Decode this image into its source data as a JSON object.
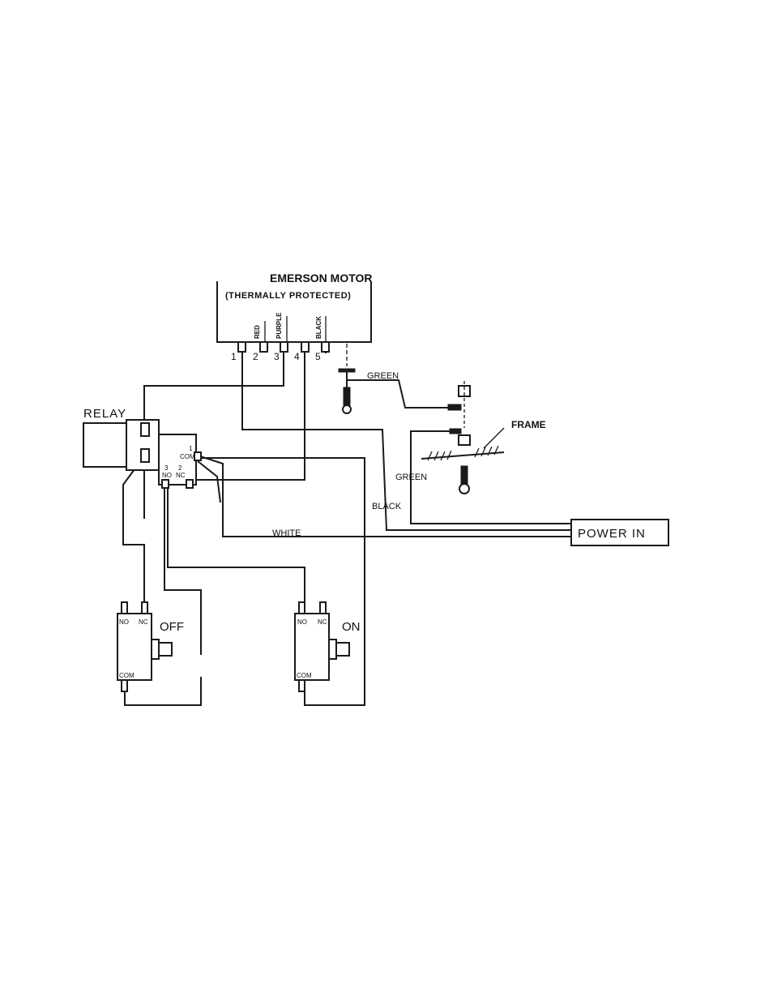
{
  "motor": {
    "title": "EMERSON MOTOR",
    "subtitle": "(THERMALLY PROTECTED)",
    "wire_colors": [
      "RED",
      "PURPLE",
      "BLACK"
    ],
    "terminals": [
      "1",
      "2",
      "3",
      "4",
      "5"
    ]
  },
  "relay": {
    "label": "RELAY",
    "pin_com": "1",
    "com": "COM",
    "pin_no": "3",
    "no": "NO",
    "pin_nc": "2",
    "nc": "NC"
  },
  "wires": {
    "green_top": "GREEN",
    "green_lower": "GREEN",
    "black": "BLACK",
    "white": "WHITE"
  },
  "frame_label": "FRAME",
  "power_in": "POWER IN",
  "switch_off": {
    "label": "OFF",
    "no": "NO",
    "nc": "NC",
    "com": "COM"
  },
  "switch_on": {
    "label": "ON",
    "no": "NO",
    "nc": "NC",
    "com": "COM"
  }
}
